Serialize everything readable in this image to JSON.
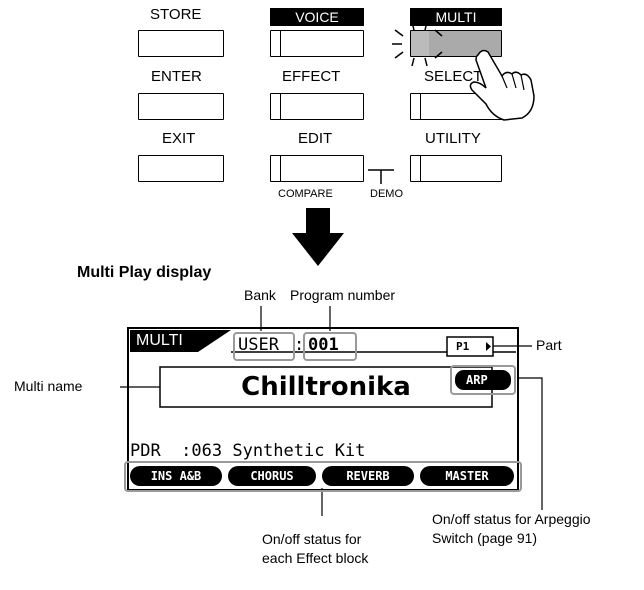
{
  "panel": {
    "col1": [
      {
        "label": "STORE"
      },
      {
        "label": "ENTER"
      },
      {
        "label": "EXIT"
      }
    ],
    "col2": [
      {
        "label": "VOICE"
      },
      {
        "label": "EFFECT"
      },
      {
        "label": "EDIT"
      }
    ],
    "col3": [
      {
        "label": "MULTI"
      },
      {
        "label": "SELECT"
      },
      {
        "label": "UTILITY"
      }
    ],
    "compare": "COMPARE",
    "demo": "DEMO"
  },
  "section_title": "Multi Play display",
  "lcd": {
    "mode": "MULTI",
    "bank": "USER",
    "separator": ":",
    "program": "001",
    "part": "P1",
    "arp": "ARP",
    "multi_name": "Chilltronika",
    "part_info": "PDR  :063 Synthetic Kit",
    "effects": [
      "INS A&B",
      "CHORUS",
      "REVERB",
      "MASTER"
    ]
  },
  "callouts": {
    "bank": "Bank",
    "program_number": "Program number",
    "part": "Part",
    "multi_name": "Multi name",
    "arp_line1": "On/off status for Arpeggio",
    "arp_line2": "Switch (page 91)",
    "effect_line1": "On/off status for",
    "effect_line2": "each Effect block"
  }
}
